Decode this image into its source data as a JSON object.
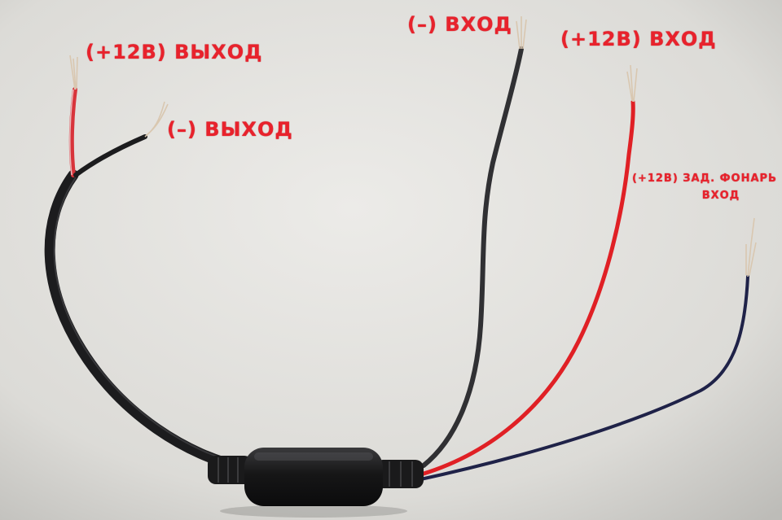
{
  "labels": {
    "output_plus": "(+12В) ВЫХОД",
    "output_minus": "(–) ВЫХОД",
    "input_minus": "(–) ВХОД",
    "input_plus": "(+12В) ВХОД",
    "tail_light_line1": "(+12В) ЗАД. ФОНАРЬ",
    "tail_light_line2": "ВХОД"
  },
  "colors": {
    "background": "#dededb",
    "label_red": "#e8222c",
    "wire_black": "#1c1c1e",
    "wire_red": "#e02025",
    "wire_blue": "#1f2248",
    "copper": "#d9c7b0"
  }
}
